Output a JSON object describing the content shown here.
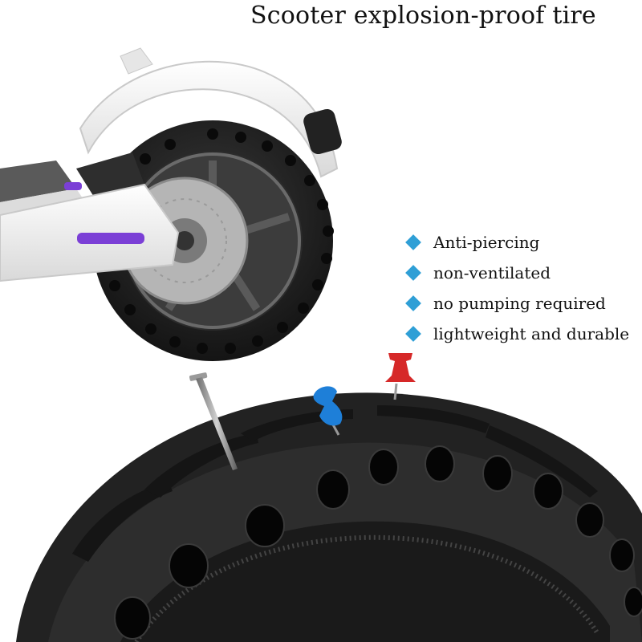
{
  "title": "Scooter explosion-proof tire",
  "features": [
    "Anti-piercing",
    "non-ventilated",
    "no pumping required",
    "lightweight and durable"
  ],
  "colors": {
    "bullet": "#2f9fd6",
    "tire": "#1c1c1c",
    "scooter_body": "#f2f2f2",
    "accent_purple": "#7b3fd6",
    "pin_blue": "#1e7fd8",
    "pin_red": "#d62828"
  },
  "icons": {
    "bullet": "diamond-icon"
  }
}
